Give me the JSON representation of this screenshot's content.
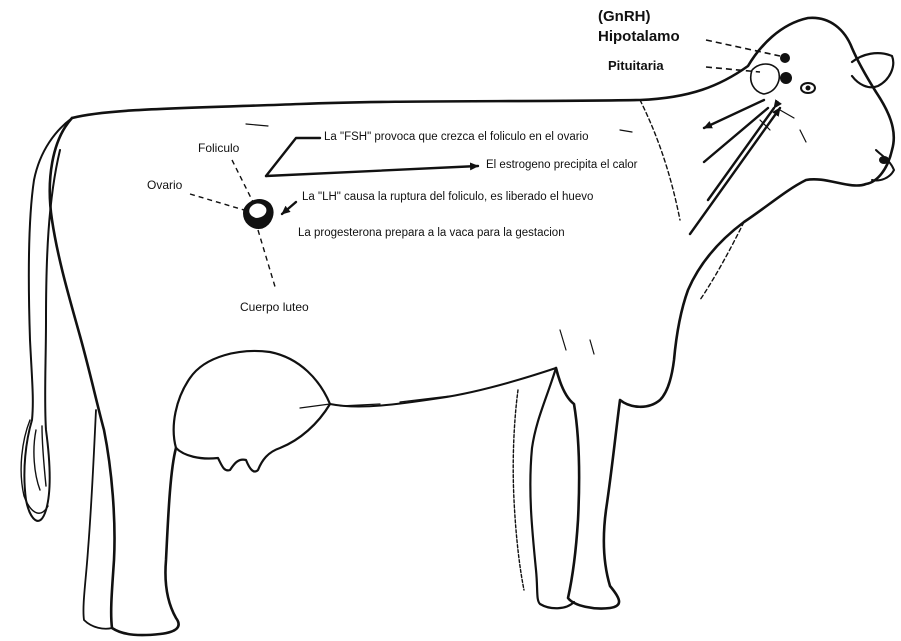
{
  "labels": {
    "gnrh": "(GnRH)",
    "hipotalamo": "Hipotalamo",
    "pituitaria": "Pituitaria",
    "foliculo": "Foliculo",
    "ovario": "Ovario",
    "cuerpo_luteo": "Cuerpo luteo"
  },
  "statements": {
    "fsh": "La \"FSH\" provoca que crezca el foliculo en el ovario",
    "estrogeno": "El estrogeno precipita el calor",
    "lh": "La \"LH\" causa la ruptura del foliculo, es liberado el huevo",
    "progesterona": "La progesterona prepara a la vaca para la gestacion"
  },
  "colors": {
    "ink": "#111111",
    "background": "#ffffff"
  }
}
